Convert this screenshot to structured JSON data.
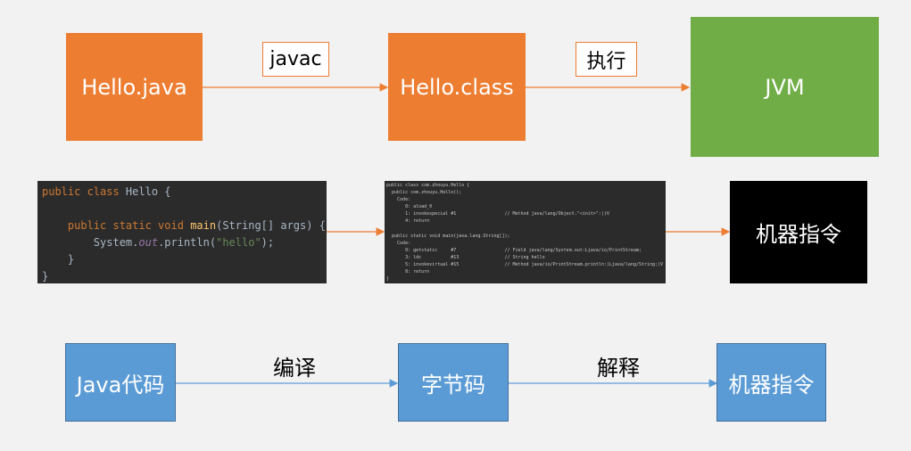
{
  "row1": {
    "source": "Hello.java",
    "compile_label": "javac",
    "bytecode": "Hello.class",
    "run_label": "执行",
    "runtime": "JVM"
  },
  "row2": {
    "source_code": {
      "line1_kw": "public class",
      "line1_rest": " Hello {",
      "line2_kw": "public static void",
      "line2_fn": "main",
      "line2_rest": "(String[] args) {",
      "line3_a": "System.",
      "line3_b": "out",
      "line3_c": ".println(",
      "line3_str": "\"hello\"",
      "line3_d": ");",
      "line4": "}",
      "line5": "}"
    },
    "bytecode_lines": [
      "public class com.zhouyu.Hello {",
      "  public com.zhouyu.Hello();",
      "    Code:",
      "       0: aload_0",
      "       1: invokespecial #1                  // Method java/lang/Object.\"<init>\":()V",
      "       4: return",
      "",
      "  public static void main(java.lang.String[]);",
      "    Code:",
      "       0: getstatic     #7                  // Field java/lang/System.out:Ljava/io/PrintStream;",
      "       3: ldc           #13                 // String hello",
      "       5: invokevirtual #15                 // Method java/io/PrintStream.println:(Ljava/lang/String;)V",
      "       8: return",
      "}"
    ],
    "machine": "机器指令"
  },
  "row3": {
    "source": "Java代码",
    "compile_label": "编译",
    "bytecode": "字节码",
    "interpret_label": "解释",
    "machine": "机器指令"
  },
  "colors": {
    "orange": "#ed7d31",
    "green": "#70ad47",
    "blue": "#5b9bd5",
    "background": "#f2f2f2"
  }
}
